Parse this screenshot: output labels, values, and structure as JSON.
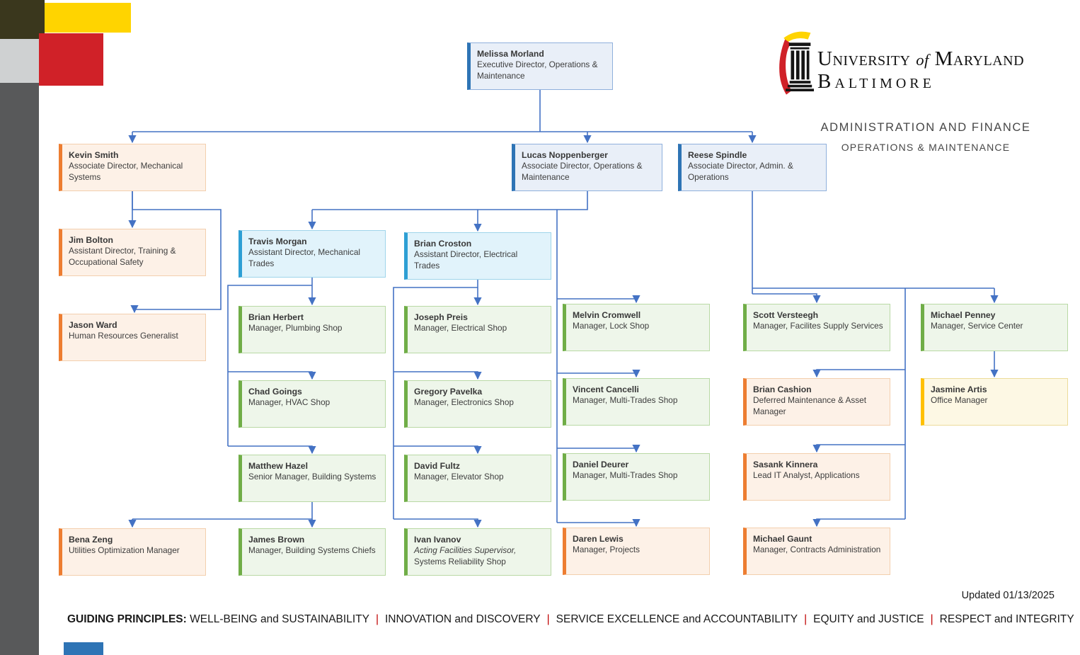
{
  "header": {
    "university_word1": "University",
    "university_of": "of",
    "university_word2": "Maryland",
    "university_line2": "Baltimore",
    "division": "ADMINISTRATION AND FINANCE",
    "department": "OPERATIONS & MAINTENANCE"
  },
  "updated": "Updated 01/13/2025",
  "footer": {
    "label": "GUIDING PRINCIPLES:",
    "separator": "|",
    "items": [
      "WELL-BEING and SUSTAINABILITY",
      "INNOVATION and DISCOVERY",
      "SERVICE EXCELLENCE and ACCOUNTABILITY",
      "EQUITY and JUSTICE",
      "RESPECT and INTEGRITY"
    ]
  },
  "colors": {
    "brand_red": "#d02128",
    "brand_gold": "#ffd400",
    "connector_blue": "#4472c4",
    "accent_blue": "#2e74b5",
    "accent_cyan": "#2e9fd4",
    "accent_green": "#70ad47",
    "accent_orange": "#ed7d31",
    "accent_yellow": "#ffc000"
  },
  "nodes": {
    "melissa": {
      "name": "Melissa Morland",
      "title": "Executive Director, Operations & Maintenance"
    },
    "kevin": {
      "name": "Kevin Smith",
      "title": "Associate Director, Mechanical Systems"
    },
    "lucas": {
      "name": "Lucas Noppenberger",
      "title": "Associate Director, Operations & Maintenance"
    },
    "reese": {
      "name": "Reese Spindle",
      "title": "Associate Director, Admin. & Operations"
    },
    "jim": {
      "name": "Jim Bolton",
      "title": "Assistant Director, Training & Occupational Safety"
    },
    "jason": {
      "name": "Jason Ward",
      "title": "Human Resources Generalist"
    },
    "travis": {
      "name": "Travis Morgan",
      "title": "Assistant Director, Mechanical Trades"
    },
    "croston": {
      "name": "Brian Croston",
      "title": "Assistant Director, Electrical Trades"
    },
    "herbert": {
      "name": "Brian Herbert",
      "title": "Manager, Plumbing Shop"
    },
    "chad": {
      "name": "Chad Goings",
      "title": "Manager, HVAC Shop"
    },
    "hazel": {
      "name": "Matthew Hazel",
      "title": "Senior Manager, Building Systems"
    },
    "bena": {
      "name": "Bena Zeng",
      "title": "Utilities Optimization Manager"
    },
    "jamesbrown": {
      "name": "James Brown",
      "title": "Manager, Building Systems Chiefs"
    },
    "preis": {
      "name": "Joseph Preis",
      "title": "Manager, Electrical Shop"
    },
    "pavelka": {
      "name": "Gregory Pavelka",
      "title": "Manager, Electronics Shop"
    },
    "fultz": {
      "name": "David Fultz",
      "title": "Manager, Elevator Shop"
    },
    "ivanov": {
      "name": "Ivan Ivanov",
      "title_italic": "Acting Facilities Supervisor,",
      "title2": "Systems Reliability Shop"
    },
    "melvin": {
      "name": "Melvin Cromwell",
      "title": "Manager, Lock Shop"
    },
    "vincent": {
      "name": "Vincent Cancelli",
      "title": "Manager, Multi-Trades Shop"
    },
    "deurer": {
      "name": "Daniel Deurer",
      "title": "Manager, Multi-Trades Shop"
    },
    "daren": {
      "name": "Daren Lewis",
      "title": "Manager, Projects"
    },
    "scott": {
      "name": "Scott Versteegh",
      "title": "Manager, Facilites Supply Services"
    },
    "cashion": {
      "name": "Brian Cashion",
      "title": "Deferred Maintenance & Asset Manager"
    },
    "sasank": {
      "name": "Sasank Kinnera",
      "title": "Lead IT Analyst, Applications"
    },
    "gaunt": {
      "name": "Michael Gaunt",
      "title": "Manager, Contracts Administration"
    },
    "penney": {
      "name": "Michael Penney",
      "title": "Manager, Service Center"
    },
    "jasmine": {
      "name": "Jasmine Artis",
      "title": "Office Manager"
    }
  }
}
